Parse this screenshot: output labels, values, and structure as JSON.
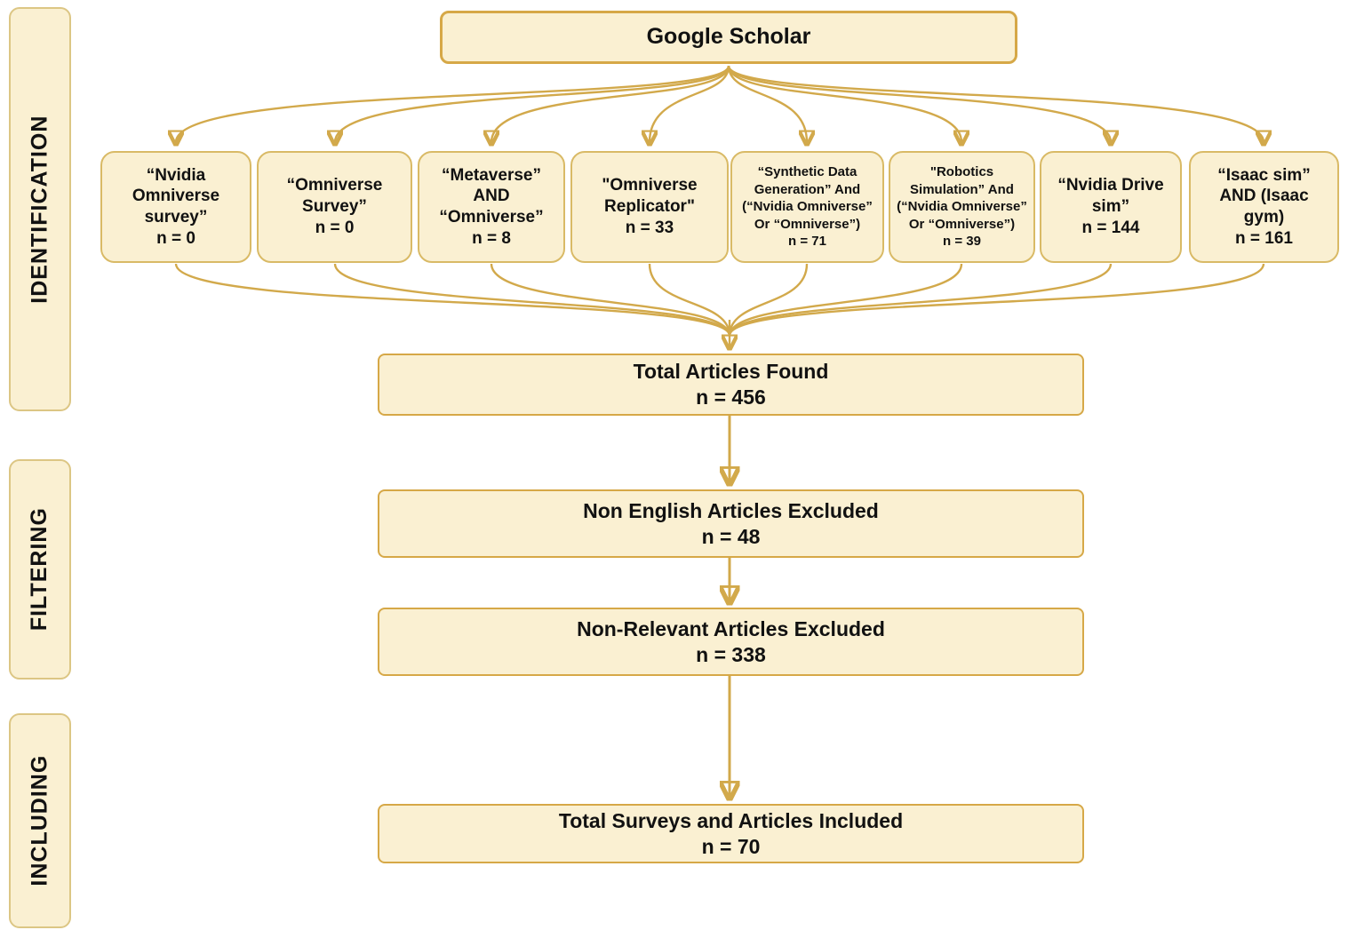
{
  "colors": {
    "box_fill": "#faf0d2",
    "box_border_gold": "#d9ba66",
    "box_border_dark": "#d6a847",
    "arrow": "#d2a94b",
    "text": "#111111"
  },
  "source": {
    "label": "Google Scholar"
  },
  "stages": [
    {
      "label": "IDENTIFICATION"
    },
    {
      "label": "FILTERING"
    },
    {
      "label": "INCLUDING"
    }
  ],
  "queries": [
    {
      "label": "“Nvidia\nOmniverse\nsurvey”",
      "count": "n = 0"
    },
    {
      "label": "“Omniverse\nSurvey”",
      "count": "n = 0"
    },
    {
      "label": "“Metaverse”\nAND\n“Omniverse”",
      "count": "n = 8"
    },
    {
      "label": "\"Omniverse\nReplicator\"",
      "count": "n = 33"
    },
    {
      "label": "“Synthetic Data\nGeneration” And\n(“Nvidia Omniverse”\nOr “Omniverse”)",
      "count": "n = 71"
    },
    {
      "label": "\"Robotics\nSimulation” And\n(“Nvidia Omniverse”\nOr “Omniverse”)",
      "count": "n =  39"
    },
    {
      "label": "“Nvidia Drive\nsim”",
      "count": "n = 144"
    },
    {
      "label": "“Isaac sim”\nAND (Isaac\ngym)",
      "count": "n = 161"
    }
  ],
  "flow": [
    {
      "label": "Total Articles Found",
      "count": "n =  456"
    },
    {
      "label": "Non English Articles Excluded",
      "count": "n =  48"
    },
    {
      "label": "Non-Relevant Articles Excluded",
      "count": "n =  338"
    },
    {
      "label": "Total Surveys and Articles Included",
      "count": "n = 70"
    }
  ]
}
